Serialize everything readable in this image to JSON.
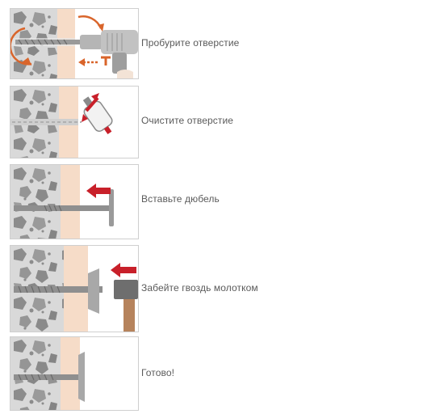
{
  "steps": [
    {
      "id": "drill",
      "label": "Пробурите отверстие"
    },
    {
      "id": "clean",
      "label": "Очистите отверстие"
    },
    {
      "id": "insert",
      "label": "Вставьте дюбель"
    },
    {
      "id": "hammer",
      "label": "Забейте гвоздь молотком"
    },
    {
      "id": "done",
      "label": "Готово!"
    }
  ],
  "colors": {
    "concrete": "#d9d9d9",
    "stone": "#8c8c8c",
    "insulation": "#f6dcc8",
    "arrow_red": "#c8202a",
    "arrow_orange": "#d9652b",
    "dowel": "#8f8f8f",
    "drill_body": "#b5b5b5",
    "hammer_handle": "#b6835c",
    "hammer_head": "#6e6e6e"
  }
}
